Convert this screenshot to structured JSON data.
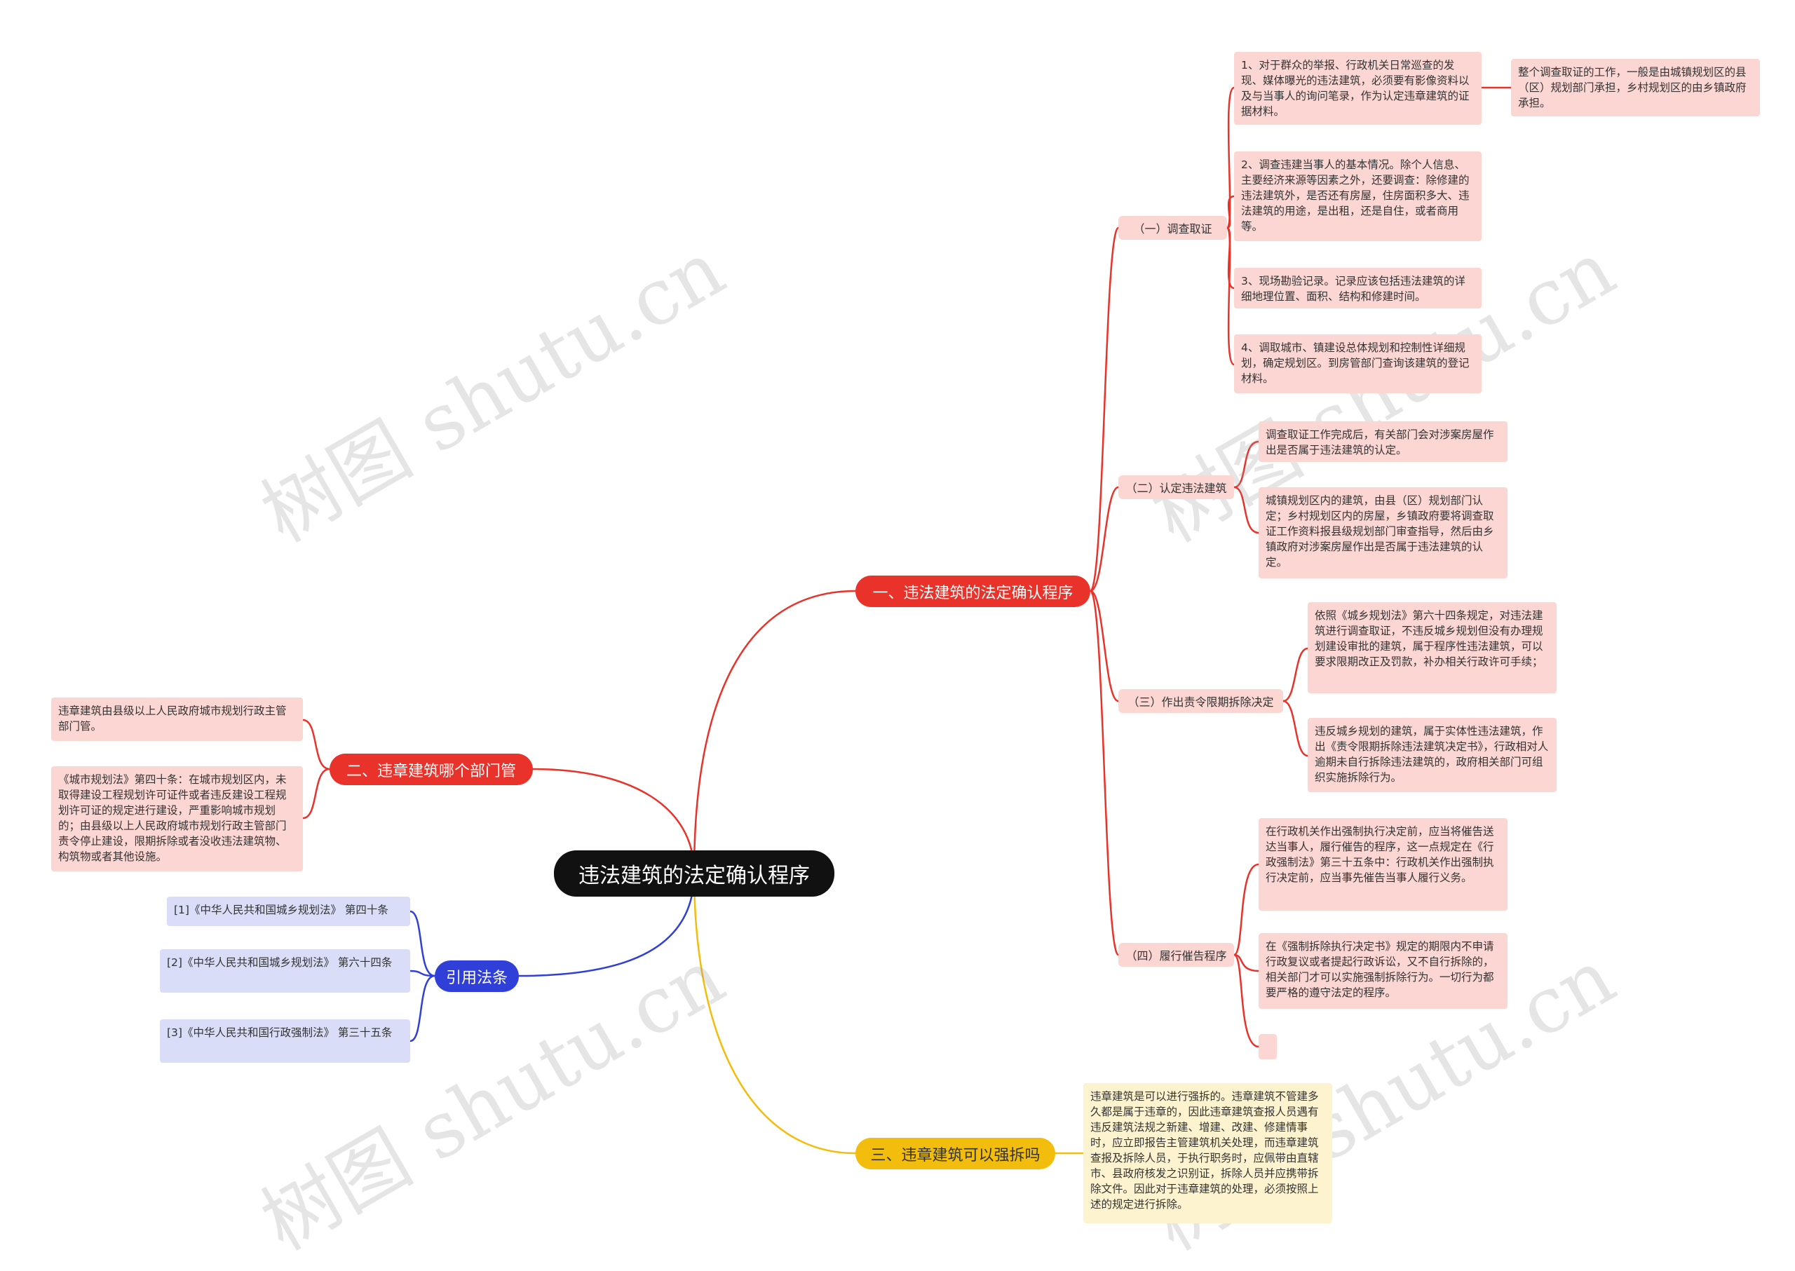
{
  "root": {
    "label": "违法建筑的法定确认程序"
  },
  "branches": {
    "b1": {
      "label": "一、违法建筑的法定确认程序",
      "color": "#e8322a"
    },
    "b2": {
      "label": "二、违章建筑哪个部门管",
      "color": "#e8322a"
    },
    "b3": {
      "label": "引用法条",
      "color": "#2f3fd8"
    },
    "b4": {
      "label": "三、违章建筑可以强拆吗",
      "color": "#f2bd0c"
    }
  },
  "b1_sections": {
    "s1": {
      "label": "（一）调查取证",
      "items": [
        "1、对于群众的举报、行政机关日常巡查的发现、媒体曝光的违法建筑，必须要有影像资料以及与当事人的询问笔录，作为认定违章建筑的证据材料。",
        "2、调查违建当事人的基本情况。除个人信息、主要经济来源等因素之外，还要调查：除修建的违法建筑外，是否还有房屋，住房面积多大、违法建筑的用途，是出租，还是自住，或者商用等。",
        "3、现场勘验记录。记录应该包括违法建筑的详细地理位置、面积、结构和修建时间。",
        "4、调取城市、镇建设总体规划和控制性详细规划，确定规划区。到房管部门查询该建筑的登记材料。"
      ],
      "note": "整个调查取证的工作，一般是由城镇规划区的县（区）规划部门承担，乡村规划区的由乡镇政府承担。"
    },
    "s2": {
      "label": "（二）认定违法建筑",
      "items": [
        "调查取证工作完成后，有关部门会对涉案房屋作出是否属于违法建筑的认定。",
        "城镇规划区内的建筑，由县（区）规划部门认定；乡村规划区内的房屋，乡镇政府要将调查取证工作资料报县级规划部门审查指导，然后由乡镇政府对涉案房屋作出是否属于违法建筑的认定。"
      ]
    },
    "s3": {
      "label": "（三）作出责令限期拆除决定",
      "items": [
        "依照《城乡规划法》第六十四条规定，对违法建筑进行调查取证，不违反城乡规划但没有办理规划建设审批的建筑，属于程序性违法建筑，可以要求限期改正及罚款，补办相关行政许可手续；",
        "违反城乡规划的建筑，属于实体性违法建筑，作出《责令限期拆除违法建筑决定书》，行政相对人逾期未自行拆除违法建筑的，政府相关部门可组织实施拆除行为。"
      ]
    },
    "s4": {
      "label": "（四）履行催告程序",
      "items": [
        "在行政机关作出强制执行决定前，应当将催告送达当事人，履行催告的程序，这一点规定在《行政强制法》第三十五条中：行政机关作出强制执行决定前，应当事先催告当事人履行义务。",
        "在《强制拆除执行决定书》规定的期限内不申请行政复议或者提起行政诉讼，又不自行拆除的，相关部门才可以实施强制拆除行为。一切行为都要严格的遵守法定的程序。",
        ""
      ]
    }
  },
  "b2_items": [
    "违章建筑由县级以上人民政府城市规划行政主管部门管。",
    "《城市规划法》第四十条：在城市规划区内，未取得建设工程规划许可证件或者违反建设工程规划许可证的规定进行建设，严重影响城市规划的；由县级以上人民政府城市规划行政主管部门责令停止建设，限期拆除或者没收违法建筑物、构筑物或者其他设施。"
  ],
  "b3_items": [
    "[1]《中华人民共和国城乡规划法》 第四十条",
    "[2]《中华人民共和国城乡规划法》 第六十四条",
    "[3]《中华人民共和国行政强制法》 第三十五条"
  ],
  "b4_items": [
    "违章建筑是可以进行强拆的。违章建筑不管建多久都是属于违章的，因此违章建筑查报人员遇有违反建筑法规之新建、增建、改建、修建情事时，应立即报告主管建筑机关处理，而违章建筑查报及拆除人员，于执行职务时，应佩带由直辖市、县政府核发之识别证，拆除人员并应携带拆除文件。因此对于违章建筑的处理，必须按照上述的规定进行拆除。"
  ],
  "watermark": "树图 shutu.cn",
  "colors": {
    "red": "#e8322a",
    "blue": "#2f3fd8",
    "yellow": "#f2bd0c",
    "root": "#111111"
  }
}
